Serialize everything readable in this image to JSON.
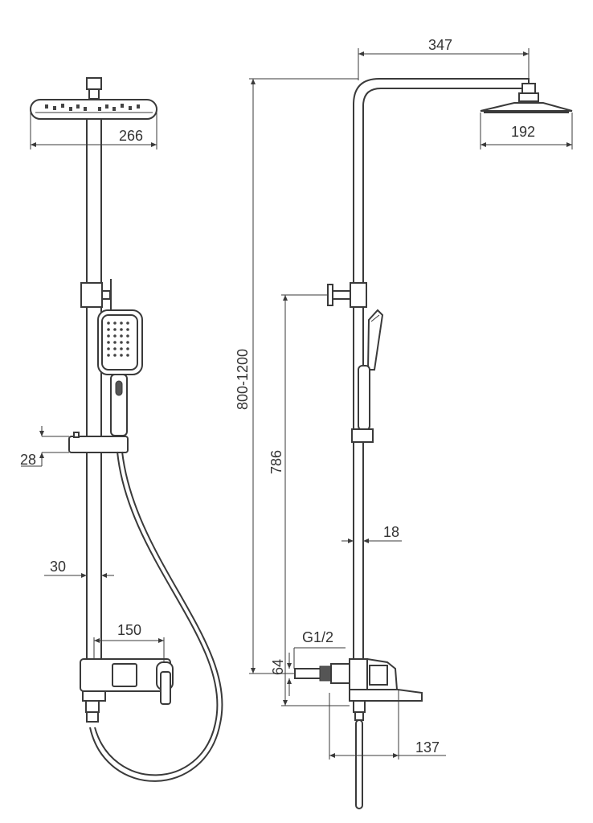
{
  "dimensions": {
    "head_width_front": "266",
    "slider_height": "28",
    "rail_width": "30",
    "mixer_centers": "150",
    "arm_reach": "347",
    "head_width_side": "192",
    "height_range": "800-1200",
    "mixer_to_diverter": "786",
    "rail_diameter": "18",
    "thread": "G1/2",
    "inlet_height": "64",
    "spout_depth": "137"
  }
}
